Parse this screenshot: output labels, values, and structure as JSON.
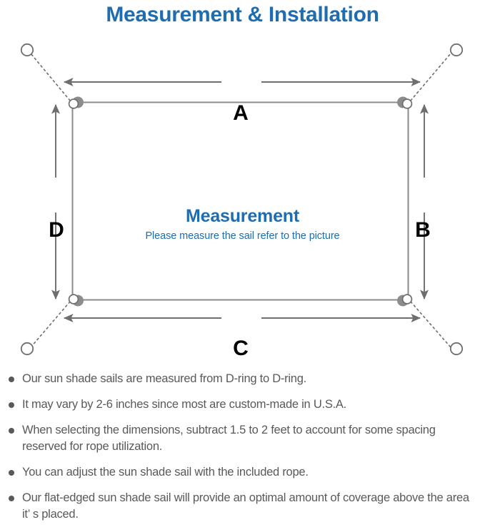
{
  "page": {
    "title": "Measurement & Installation",
    "title_color": "#1f6cb0",
    "background_color": "#ffffff"
  },
  "diagram": {
    "name": "sun-shade-sail-measurement-diagram",
    "center": {
      "heading": "Measurement",
      "subheading": "Please measure the sail refer to the picture",
      "text_color": "#1f6cb0"
    },
    "dimension_labels": {
      "top": "A",
      "right": "B",
      "bottom": "C",
      "left": "D"
    },
    "line_color": "#6d6e70",
    "sail_edge_color": "#808285",
    "anchor_points": [
      {
        "name": "anchor-top-left"
      },
      {
        "name": "anchor-top-right"
      },
      {
        "name": "anchor-bottom-left"
      },
      {
        "name": "anchor-bottom-right"
      }
    ],
    "d_rings": [
      {
        "name": "d-ring-top-left"
      },
      {
        "name": "d-ring-top-right"
      },
      {
        "name": "d-ring-bottom-left"
      },
      {
        "name": "d-ring-bottom-right"
      }
    ]
  },
  "notes": {
    "text_color": "#58595b",
    "items": [
      "Our sun shade sails are measured from D-ring to D-ring.",
      "It may vary by 2-6 inches since most are custom-made in U.S.A.",
      "When selecting the dimensions, subtract 1.5 to 2 feet to account for some spacing reserved for rope utilization.",
      "You can adjust the sun shade sail with the included rope.",
      "Our flat-edged sun shade sail will provide an optimal amount of coverage above the area it’ s placed."
    ]
  }
}
